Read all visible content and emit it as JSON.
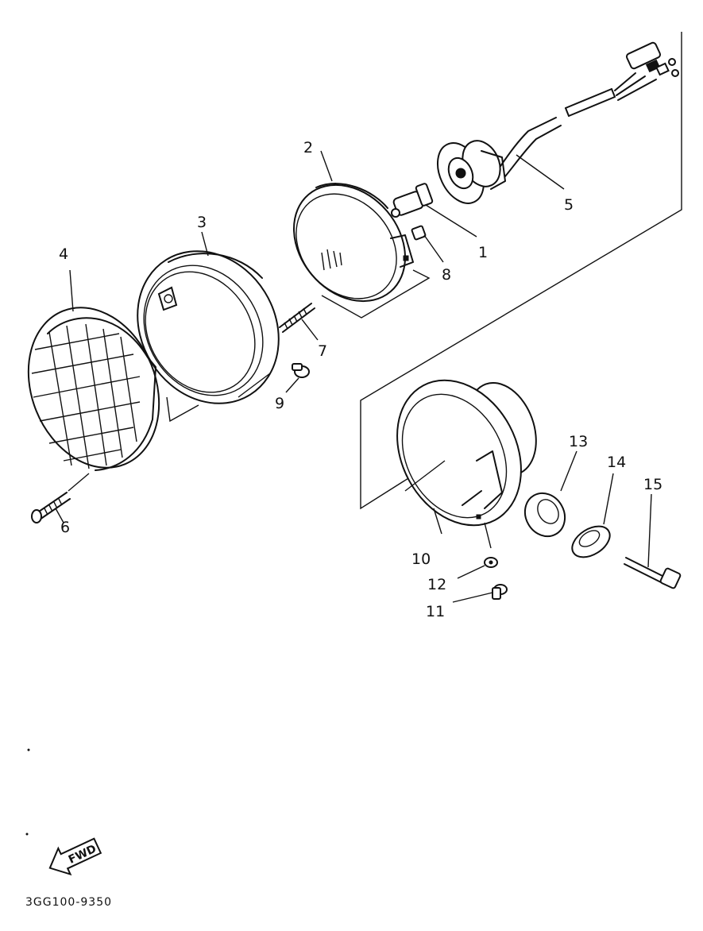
{
  "parts": [
    {
      "number": "1"
    },
    {
      "number": "2"
    },
    {
      "number": "3"
    },
    {
      "number": "4"
    },
    {
      "number": "5"
    },
    {
      "number": "6"
    },
    {
      "number": "7"
    },
    {
      "number": "8"
    },
    {
      "number": "9"
    },
    {
      "number": "10"
    },
    {
      "number": "11"
    },
    {
      "number": "12"
    },
    {
      "number": "13"
    },
    {
      "number": "14"
    },
    {
      "number": "15"
    }
  ],
  "direction_marker": {
    "label": "FWD",
    "icon": "forward-arrow-icon"
  },
  "drawing_code": "3GG100-9350"
}
